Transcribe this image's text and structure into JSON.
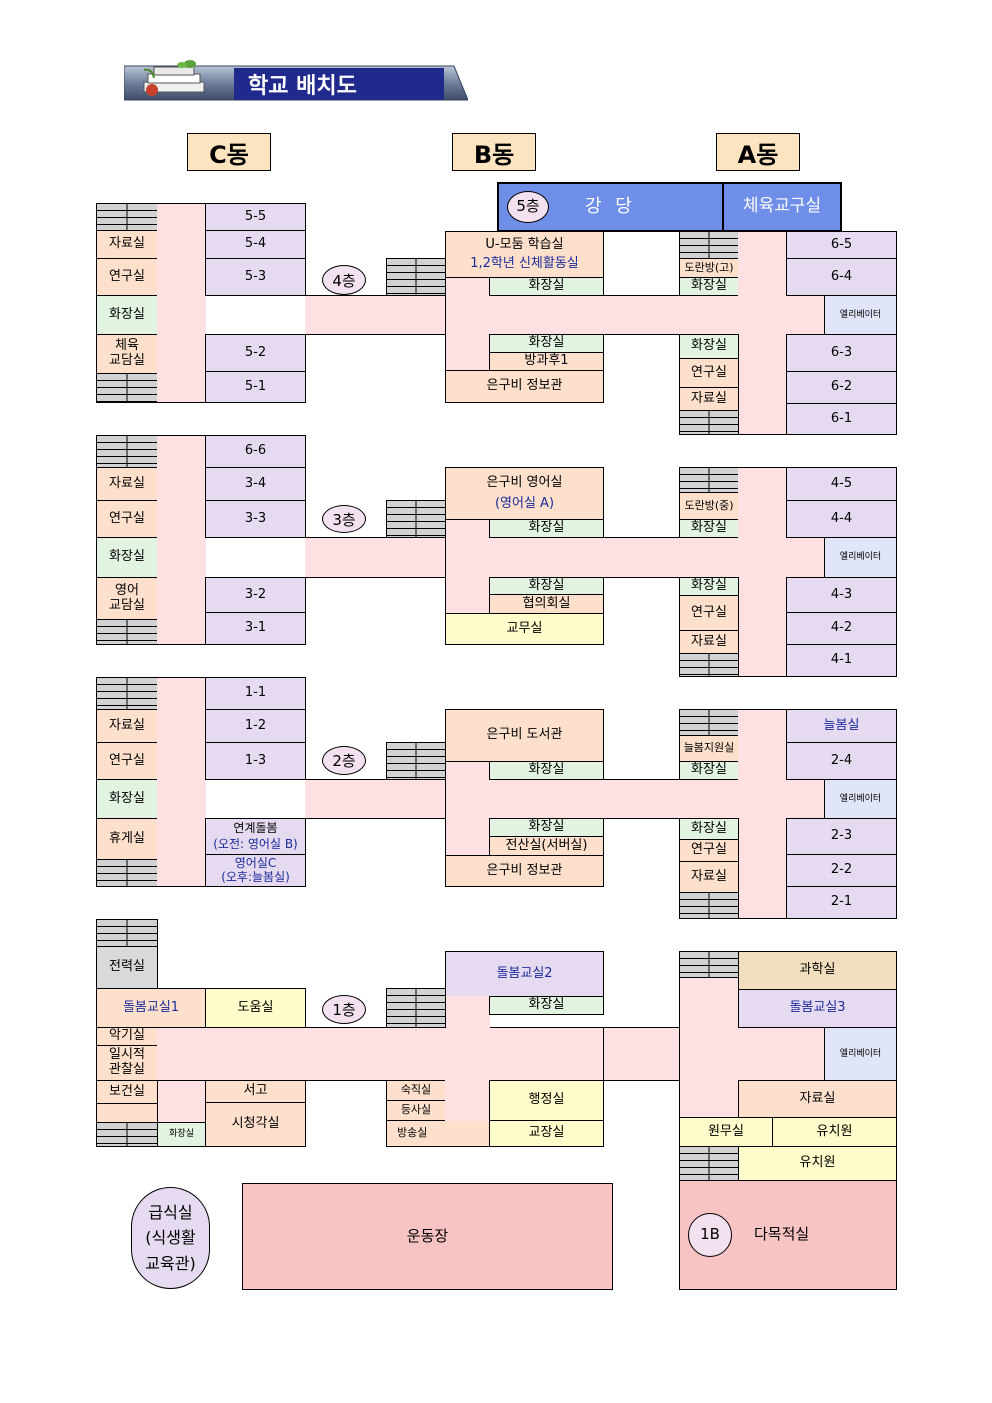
{
  "title": "학교 배치도",
  "buildings": {
    "c": "C동",
    "b": "B동",
    "a": "A동"
  },
  "f5": {
    "label": "5층",
    "auditorium": "강 당",
    "gym_equipment": "체육교구실",
    "c": {
      "archive": "자료실",
      "research": "연구실",
      "restroom": "화장실",
      "pe_office": "체육\n교담실",
      "r55": "5-5",
      "r54": "5-4",
      "r53": "5-3",
      "r52": "5-2",
      "r51": "5-1"
    },
    "b": {
      "u_learning": "U-모둠 학습실",
      "pe_activity": "1,2학년 신체활동실",
      "restroom_top": "화장실",
      "restroom_bottom": "화장실",
      "after_school": "방과후1",
      "info_room": "은구비 정보관"
    },
    "a": {
      "library_high": "도란방(고)",
      "restroom_top": "화장실",
      "r65": "6-5",
      "r64": "6-4",
      "elevator": "엘리베이터",
      "restroom_bottom": "화장실",
      "research": "연구실",
      "archive": "자료실",
      "r63": "6-3",
      "r62": "6-2",
      "r61": "6-1"
    }
  },
  "f4": {
    "label": "4층"
  },
  "f3": {
    "label": "3층",
    "c": {
      "archive": "자료실",
      "research": "연구실",
      "restroom": "화장실",
      "eng_office": "영어\n교담실",
      "r66": "6-6",
      "r34": "3-4",
      "r33": "3-3",
      "r32": "3-2",
      "r31": "3-1"
    },
    "b": {
      "english_room": "은구비 영어실",
      "english_room_sub": "(영어실 A)",
      "restroom_top": "화장실",
      "restroom_bottom": "화장실",
      "meeting": "협의회실",
      "staff_room": "교무실"
    },
    "a": {
      "library_mid": "도란방(중)",
      "restroom_top": "화장실",
      "r45": "4-5",
      "r44": "4-4",
      "elevator": "엘리베이터",
      "restroom_bottom": "화장실",
      "research": "연구실",
      "archive": "자료실",
      "r43": "4-3",
      "r42": "4-2",
      "r41": "4-1"
    }
  },
  "f2": {
    "label": "2층",
    "c": {
      "archive": "자료실",
      "research": "연구실",
      "restroom": "화장실",
      "lounge": "휴게실",
      "r11": "1-1",
      "r12": "1-2",
      "r13": "1-3",
      "care_link": "연계돌봄",
      "care_link_sub": "(오전: 영어실 B)",
      "english_c": "영어실C",
      "english_c_sub": "(오후:늘봄실)"
    },
    "b": {
      "library": "은구비 도서관",
      "restroom_top": "화장실",
      "restroom_bottom": "화장실",
      "server": "전산실(서버실)",
      "info_room": "은구비 정보관"
    },
    "a": {
      "neulbom_support": "늘봄지원실",
      "restroom_top": "화장실",
      "neulbom": "늘봄실",
      "r24": "2-4",
      "elevator": "엘리베이터",
      "restroom_bottom": "화장실",
      "research": "연구실",
      "archive": "자료실",
      "r23": "2-3",
      "r22": "2-2",
      "r21": "2-1"
    }
  },
  "f1": {
    "label": "1층",
    "c": {
      "power": "전력실",
      "care1": "돌봄교실1",
      "helper": "도움실",
      "instrument": "악기실",
      "temp_care": "일시적\n관찰실",
      "health": "보건실",
      "storage": "서고",
      "av_room": "시청각실",
      "restroom": "화장실"
    },
    "b": {
      "care2": "돌봄교실2",
      "restroom": "화장실",
      "night_duty": "숙직실",
      "print": "등사실",
      "broadcast": "방송실",
      "admin": "행정실",
      "principal": "교장실"
    },
    "a": {
      "science": "과학실",
      "care3": "돌봄교실3",
      "elevator": "엘리베이터",
      "archive": "자료실",
      "kinder_staff": "원무실",
      "kinder1": "유치원",
      "kinder2": "유치원"
    }
  },
  "basement": {
    "label": "1B",
    "multipurpose": "다목적실"
  },
  "cafeteria": "급식실\n(식생활\n교육관)",
  "playground": "운동장"
}
